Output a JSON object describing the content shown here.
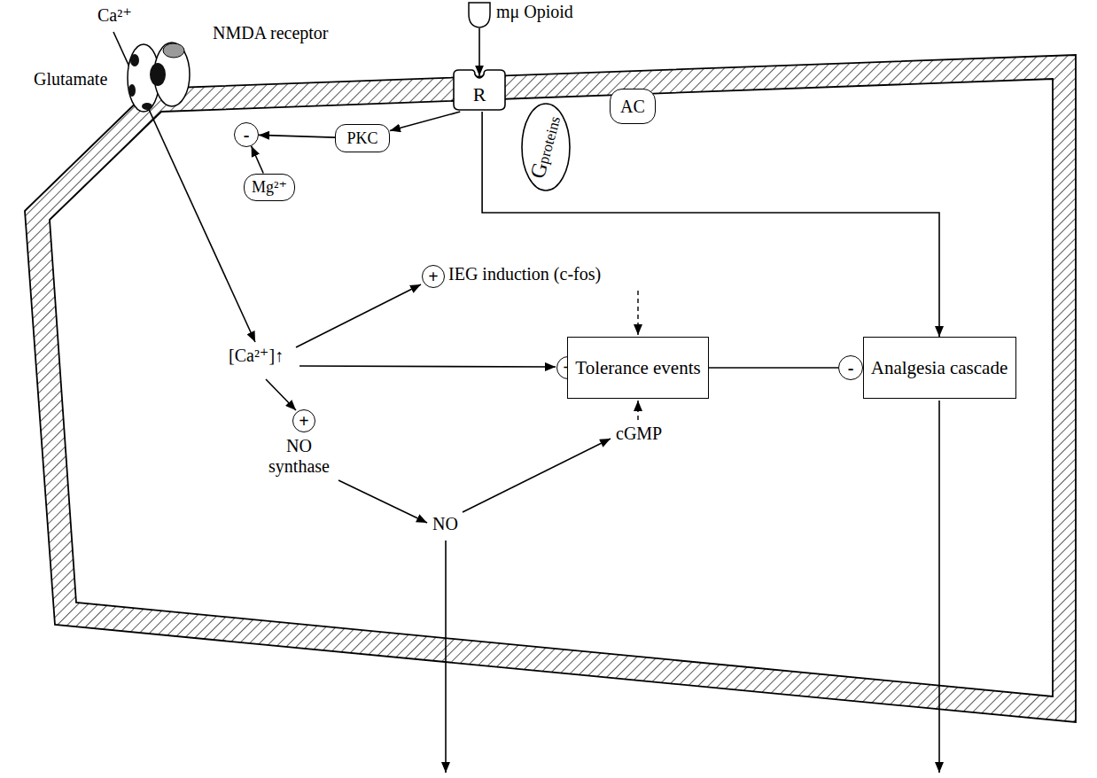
{
  "diagram": {
    "nodes": [
      {
        "text": [
          "NMDA receptor"
        ]
      },
      {
        "text": [
          "mμ Opioid"
        ]
      },
      {
        "text": [
          "R"
        ]
      },
      {
        "text": [
          "Gproteins"
        ]
      },
      {
        "text": [
          "AC"
        ]
      },
      {
        "text": [
          "-"
        ]
      },
      {
        "text": [
          "PKC"
        ]
      },
      {
        "text": [
          "Mg²⁺"
        ]
      },
      {
        "text": [
          "+"
        ]
      },
      {
        "text": [
          "+"
        ]
      },
      {
        "text": [
          "Tolerance events"
        ]
      },
      {
        "text": [
          "-"
        ]
      },
      {
        "text": [
          "Analgesia cascade"
        ]
      },
      {
        "text": [
          "+"
        ]
      }
    ],
    "edges": [
      {
        "from": 1,
        "to": 2,
        "arrow": "to"
      },
      {
        "from": 2,
        "to": 6,
        "arrow": "to"
      },
      {
        "from": 6,
        "to": 5,
        "arrow": "to"
      },
      {
        "from": 7,
        "to": 5,
        "arrow": "to"
      },
      {
        "from": 2,
        "to": 12,
        "arrow": "to"
      },
      {
        "from": 10,
        "to": 11,
        "arrow": "none"
      },
      {
        "from": 11,
        "to": 12,
        "arrow": "none"
      }
    ],
    "labels": [
      "Ca²⁺",
      "Glutamate",
      "[Ca²⁺]↑",
      "IEG induction (c-fos)",
      "NO synthase",
      "cGMP",
      "NO"
    ]
  }
}
